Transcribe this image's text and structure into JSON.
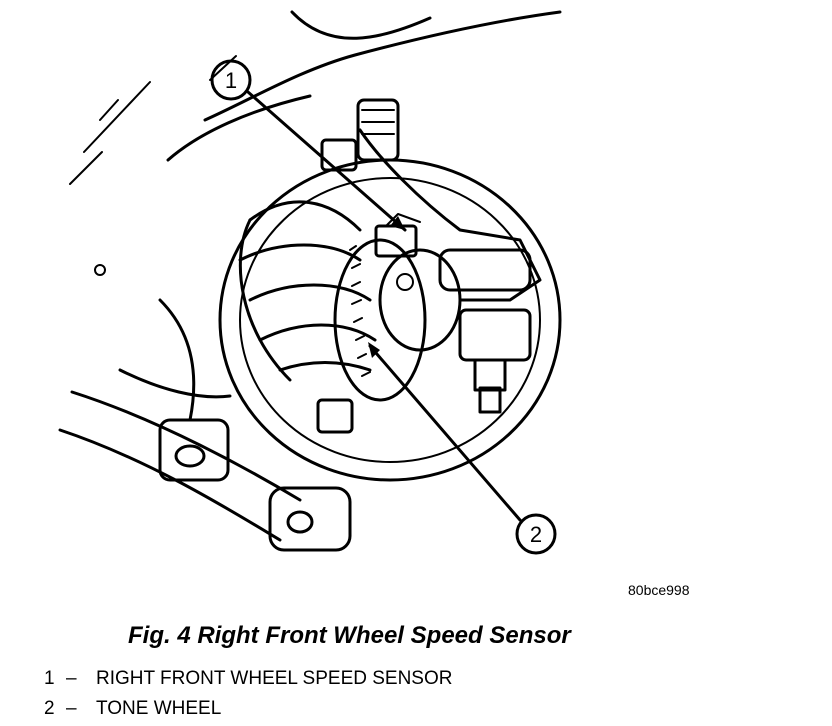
{
  "callouts": [
    {
      "number": "1"
    },
    {
      "number": "2"
    }
  ],
  "figure_code": "80bce998",
  "caption": "Fig. 4 Right Front Wheel Speed Sensor",
  "legend": [
    {
      "number": "1",
      "dash": "–",
      "label": "RIGHT FRONT WHEEL SPEED SENSOR"
    },
    {
      "number": "2",
      "dash": "–",
      "label": "TONE WHEEL"
    }
  ]
}
